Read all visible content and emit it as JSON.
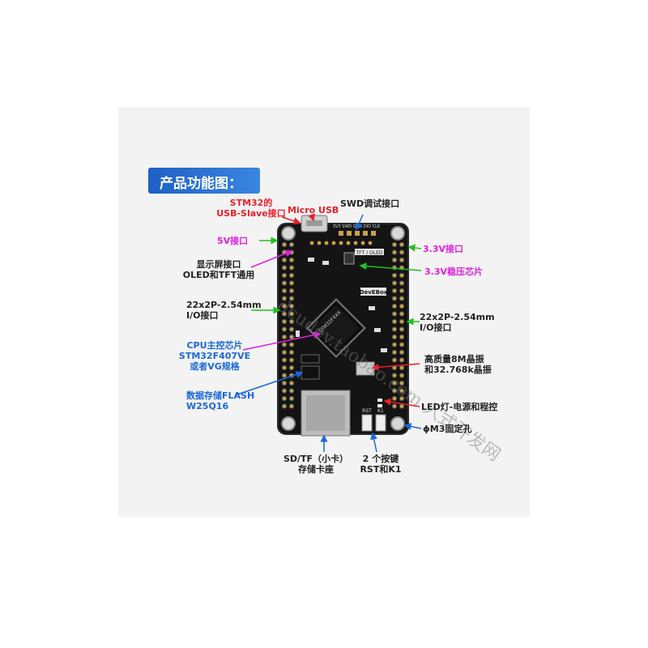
{
  "title": "产品功能图：",
  "labels": {
    "usb_slave_line1": "STM32的",
    "usb_slave_line2": "USB-Slave接口",
    "micro_usb": "Micro USB",
    "swd": "SWD调试接口",
    "v5": "5V接口",
    "v33": "3.3V接口",
    "display_line1": "显示屏接口",
    "display_line2": "OLED和TFT通用",
    "regulator": "3.3V稳压芯片",
    "io_left_line1": "22x2P-2.54mm",
    "io_left_line2": "I/O接口",
    "io_right_line1": "22x2P-2.54mm",
    "io_right_line2": "I/O接口",
    "cpu_line1": "CPU主控芯片",
    "cpu_line2": "STM32F407VE",
    "cpu_line3": "或者VG规格",
    "crystal_line1": "高质量8M晶振",
    "crystal_line2": "和32.768k晶振",
    "flash_line1": "数据存储FLASH",
    "flash_line2": "W25Q16",
    "led": "LED灯-电源和程控",
    "mount": "ϕM3固定孔",
    "sd_line1": "SD/TF（小卡）",
    "sd_line2": "存储卡座",
    "keys_line1": "2 个按键",
    "keys_line2": "RST和K1"
  },
  "board_text": {
    "chip": "STM32F4XX",
    "brand": "DevEBox",
    "tft": "TFT / OLED",
    "swd_pins": "3V3 SWD GND DIO CLK",
    "rst": "RST",
    "k1": "K1"
  },
  "watermark": "dcudev.taobao.com 入式开发网"
}
